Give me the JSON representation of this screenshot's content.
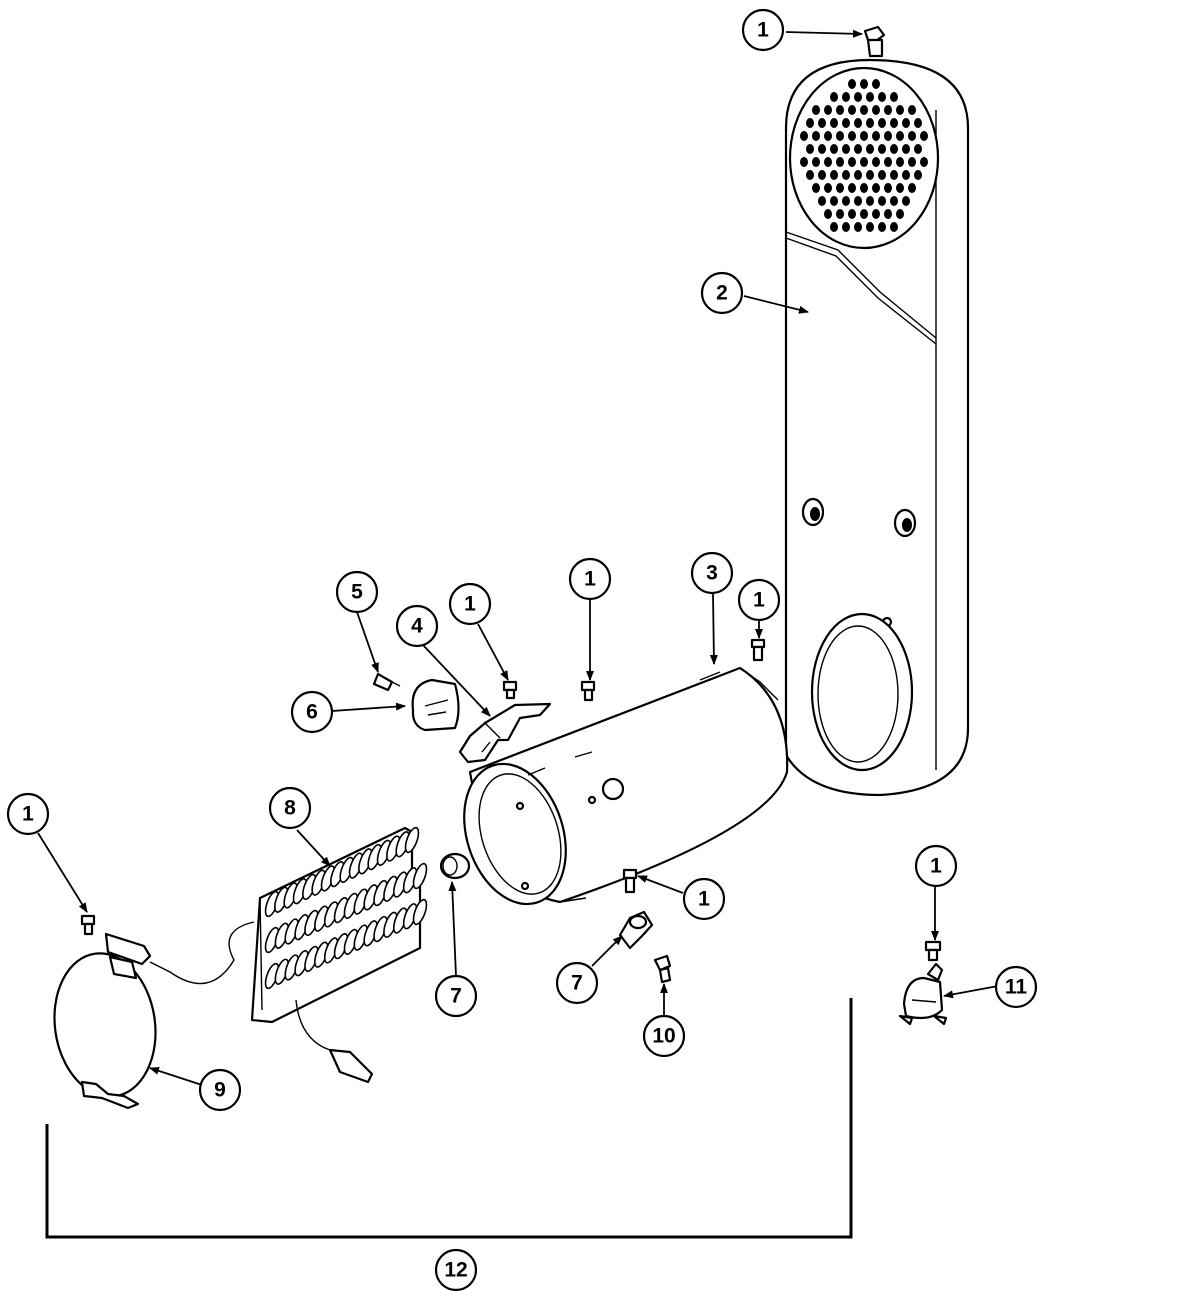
{
  "diagram": {
    "callouts": [
      {
        "id": "c1-top",
        "label": "1"
      },
      {
        "id": "c2",
        "label": "2"
      },
      {
        "id": "c3",
        "label": "3"
      },
      {
        "id": "c1-right",
        "label": "1"
      },
      {
        "id": "c1-mid",
        "label": "1"
      },
      {
        "id": "c1-b4",
        "label": "1"
      },
      {
        "id": "c4",
        "label": "4"
      },
      {
        "id": "c5",
        "label": "5"
      },
      {
        "id": "c6",
        "label": "6"
      },
      {
        "id": "c8",
        "label": "8"
      },
      {
        "id": "c1-left",
        "label": "1"
      },
      {
        "id": "c7-left",
        "label": "7"
      },
      {
        "id": "c1-bottom",
        "label": "1"
      },
      {
        "id": "c7-right",
        "label": "7"
      },
      {
        "id": "c10",
        "label": "10"
      },
      {
        "id": "c9",
        "label": "9"
      },
      {
        "id": "c1-far",
        "label": "1"
      },
      {
        "id": "c11",
        "label": "11"
      },
      {
        "id": "c12",
        "label": "12"
      }
    ],
    "icons": [
      "screw-icon",
      "terminal-icon",
      "sensor-icon"
    ]
  }
}
